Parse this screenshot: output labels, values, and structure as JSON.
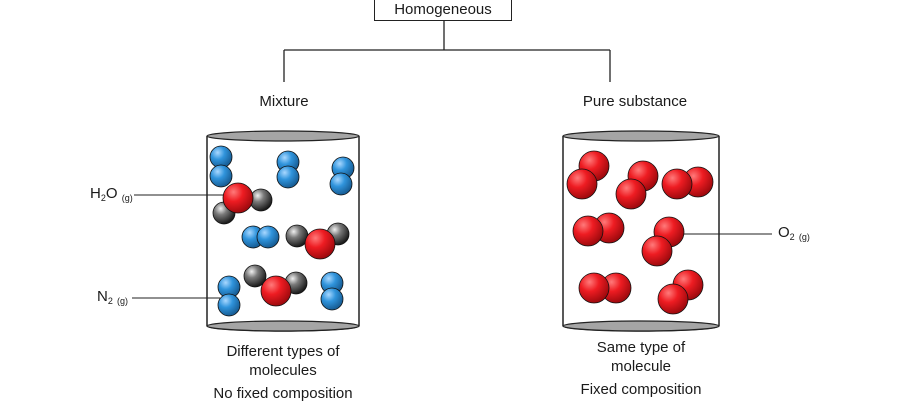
{
  "tree": {
    "root": "Homogeneous",
    "left": "Mixture",
    "right": "Pure substance"
  },
  "mixture": {
    "labels": [
      {
        "main": "H",
        "sub1": "2",
        "main2": "O",
        "sub2": "(g)"
      },
      {
        "main": "N",
        "sub1": "2",
        "main2": "",
        "sub2": "(g)"
      }
    ],
    "caption_line1": "Different types of",
    "caption_line2": "molecules",
    "caption_line3": "No fixed composition"
  },
  "pure": {
    "label": {
      "main": "O",
      "sub1": "2",
      "sub2": "(g)"
    },
    "caption_line1": "Same type of",
    "caption_line2": "molecule",
    "caption_line3": "Fixed composition"
  },
  "colors": {
    "oxygen": "#e8141c",
    "nitrogen": "#2f8fd6",
    "hydrogen": "#3a3a3a",
    "container_edge": "#222222",
    "container_rim": "#9a9a9a"
  }
}
